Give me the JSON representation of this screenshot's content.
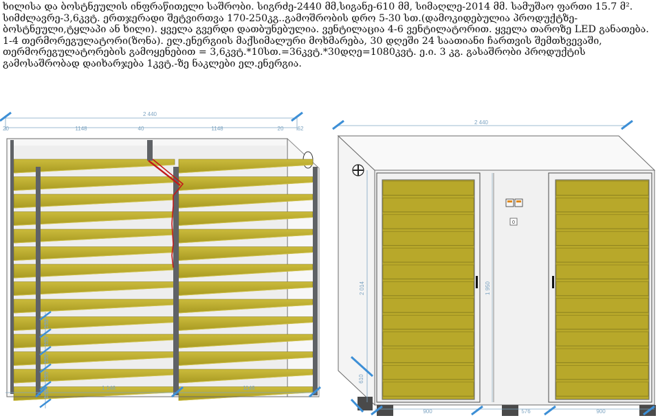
{
  "description": "ხილისა და ბოსტნეულის ინფრაწითელი საშრობი. სიგრძე-2440 მმ,სიგანე-610 მმ, სიმაღლე-2014 მმ. სამუშაო ფართი 15.7 მ². სიმძლავრე-3,6კვტ. ერთჯერადი შეტვირთვა 170-250კგ..გამოშრობის დრო 5-30 სთ.(დამოკიდებულია პროდუქტზე-ბოსტნეული,ტყლაპი ან ხილი). ყველა გვერდი დათბუნებულია. ვენტილაცია 4-6 ვენტილატორით. ყველა თაროზე LED განათება. 1-4 თერმორეგულატორი(ზონა). ელ.ენერგიის მაქსიმალური მოხმარება, 30 დღეში 24 საათიანი ჩართვის შემთხვევაში, თერმორეგულატორების გამოყენებით = 3,6კვტ.*10სთ.=36კვტ.*30დღე=1080კვტ. ე.ი. 3 კგ. გასაშრობი პროდუქტის გამოსაშრობად დაიხარჯება 1კვტ.-ზე ნაკლები ელ.ენერგია.",
  "left_view": {
    "overall_width": "2 440",
    "top_segments": [
      "20",
      "1148",
      "40",
      "1148",
      "20",
      "62"
    ],
    "bottom_segments": [
      "1 146",
      "1146"
    ],
    "shelf_pitch": [
      "133",
      "133",
      "133",
      "133",
      "133"
    ]
  },
  "right_view": {
    "overall_width": "2 440",
    "height": "2 014",
    "inner_height": "1 950",
    "depth": "610",
    "bottom_segments": [
      "900",
      "576",
      "900"
    ],
    "panel_label": "0"
  },
  "colors": {
    "shelf": "#b8a82a",
    "shelf_light": "#d1c24a",
    "frame": "#5f6266",
    "body": "#f1f1f1",
    "dimension": "#7da4c2"
  }
}
